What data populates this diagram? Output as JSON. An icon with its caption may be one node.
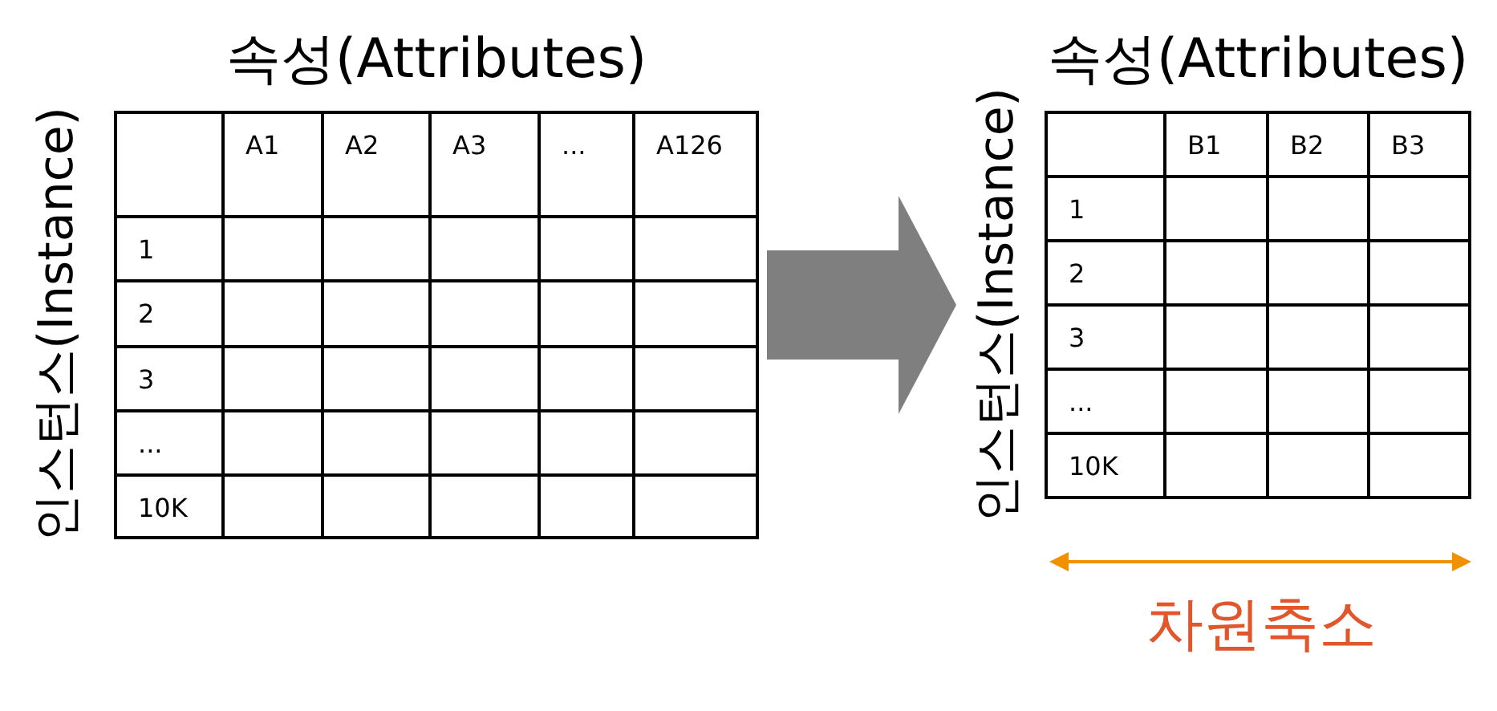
{
  "diagram": {
    "nodes": [
      {
        "text": [
          "속성(Attributes)",
          "인스턴스(Instance)"
        ]
      },
      {
        "text": [
          "속성(Attributes)",
          "인스턴스(Instance)"
        ]
      }
    ],
    "edges": [
      {
        "from": 0,
        "to": 1,
        "arrow": "to"
      }
    ],
    "labels": [
      "A1",
      "A2",
      "A3",
      "...",
      "A126",
      "1",
      "2",
      "3",
      "...",
      "10K",
      "B1",
      "B2",
      "B3",
      "1",
      "2",
      "3",
      "...",
      "10K",
      "차원축소"
    ]
  }
}
